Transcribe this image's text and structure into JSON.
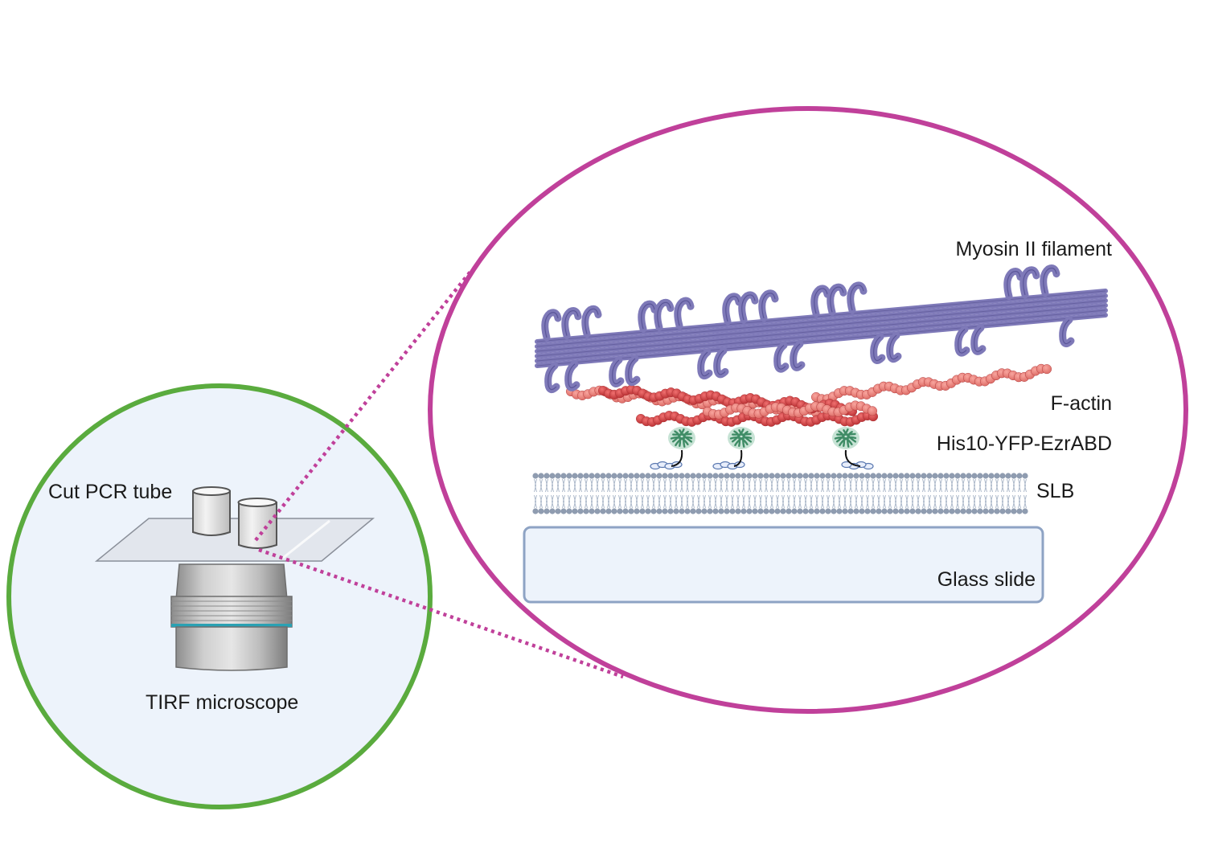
{
  "labels": {
    "cut_pcr_tube": "Cut PCR tube",
    "tirf_microscope": "TIRF microscope",
    "myosin": "Myosin II filament",
    "factin": "F-actin",
    "ezr": "His10-YFP-EzrABD",
    "slb": "SLB",
    "glass": "Glass slide"
  },
  "colors": {
    "left_circle": "#5aab3e",
    "right_ellipse": "#c0409a",
    "myosin": "#7e79b8",
    "actin": "#d9474a",
    "actin_light": "#ef8a84",
    "protein": "#5fae86",
    "lipid": "#8f9cb0",
    "glass": "#edf3fb"
  }
}
